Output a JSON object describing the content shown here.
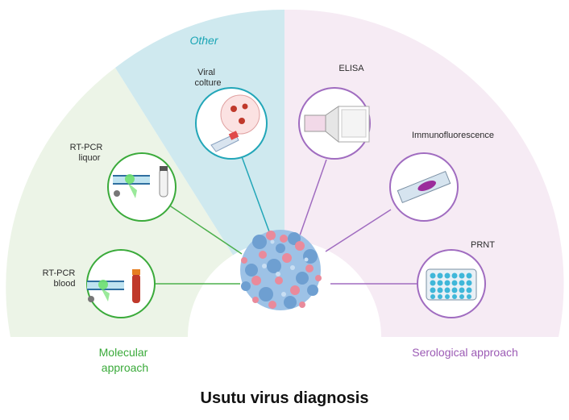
{
  "title": "Usutu virus diagnosis",
  "sectors": {
    "other": {
      "label": "Other",
      "color": "#1aa5b5",
      "fill": "#cfe9ef"
    },
    "molecular": {
      "label_line1": "Molecular",
      "label_line2": "approach",
      "color": "#3aaa3a",
      "fill": "#ecf4e7"
    },
    "serological": {
      "label": "Serological approach",
      "color": "#9c5bb5",
      "fill": "#f6ebf4"
    }
  },
  "methods": {
    "viral_culture": {
      "line1": "Viral",
      "line2": "colture"
    },
    "elisa": {
      "label": "ELISA"
    },
    "rtpcr_liquor": {
      "line1": "RT-PCR",
      "line2": "liquor"
    },
    "immunofluorescence": {
      "label": "Immunofluorescence"
    },
    "rtpcr_blood": {
      "line1": "RT-PCR",
      "line2": "blood"
    },
    "prnt": {
      "label": "PRNT"
    }
  },
  "colors": {
    "green_line": "#4cb04c",
    "purple_line": "#a06cc0",
    "teal_line": "#22a6b8",
    "virus_blue": "#8fb6dd",
    "virus_pink": "#e8899a"
  }
}
